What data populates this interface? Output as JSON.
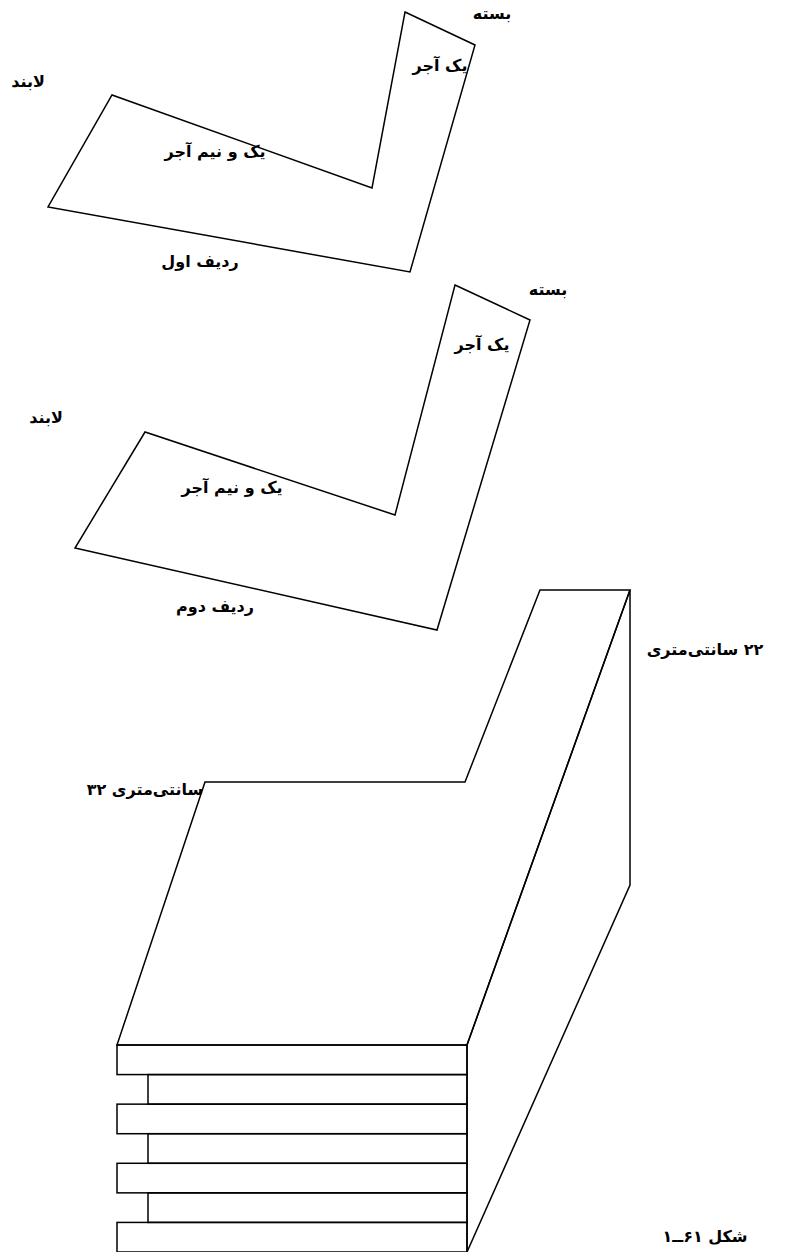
{
  "diagram": {
    "caption": "شکل ۶۱ــ۱",
    "nodes": [
      {
        "text": [
          "یک آجر",
          "یک و نیم آجر"
        ]
      },
      {
        "text": [
          "یک آجر",
          "یک و نیم آجر"
        ]
      }
    ],
    "labels": [
      "بسته",
      "لابند",
      "ردیف اول",
      "بسته",
      "لابند",
      "ردیف دوم",
      "۲۲ سانتی‌متری",
      "۳۲ سانتی‌متری"
    ]
  }
}
